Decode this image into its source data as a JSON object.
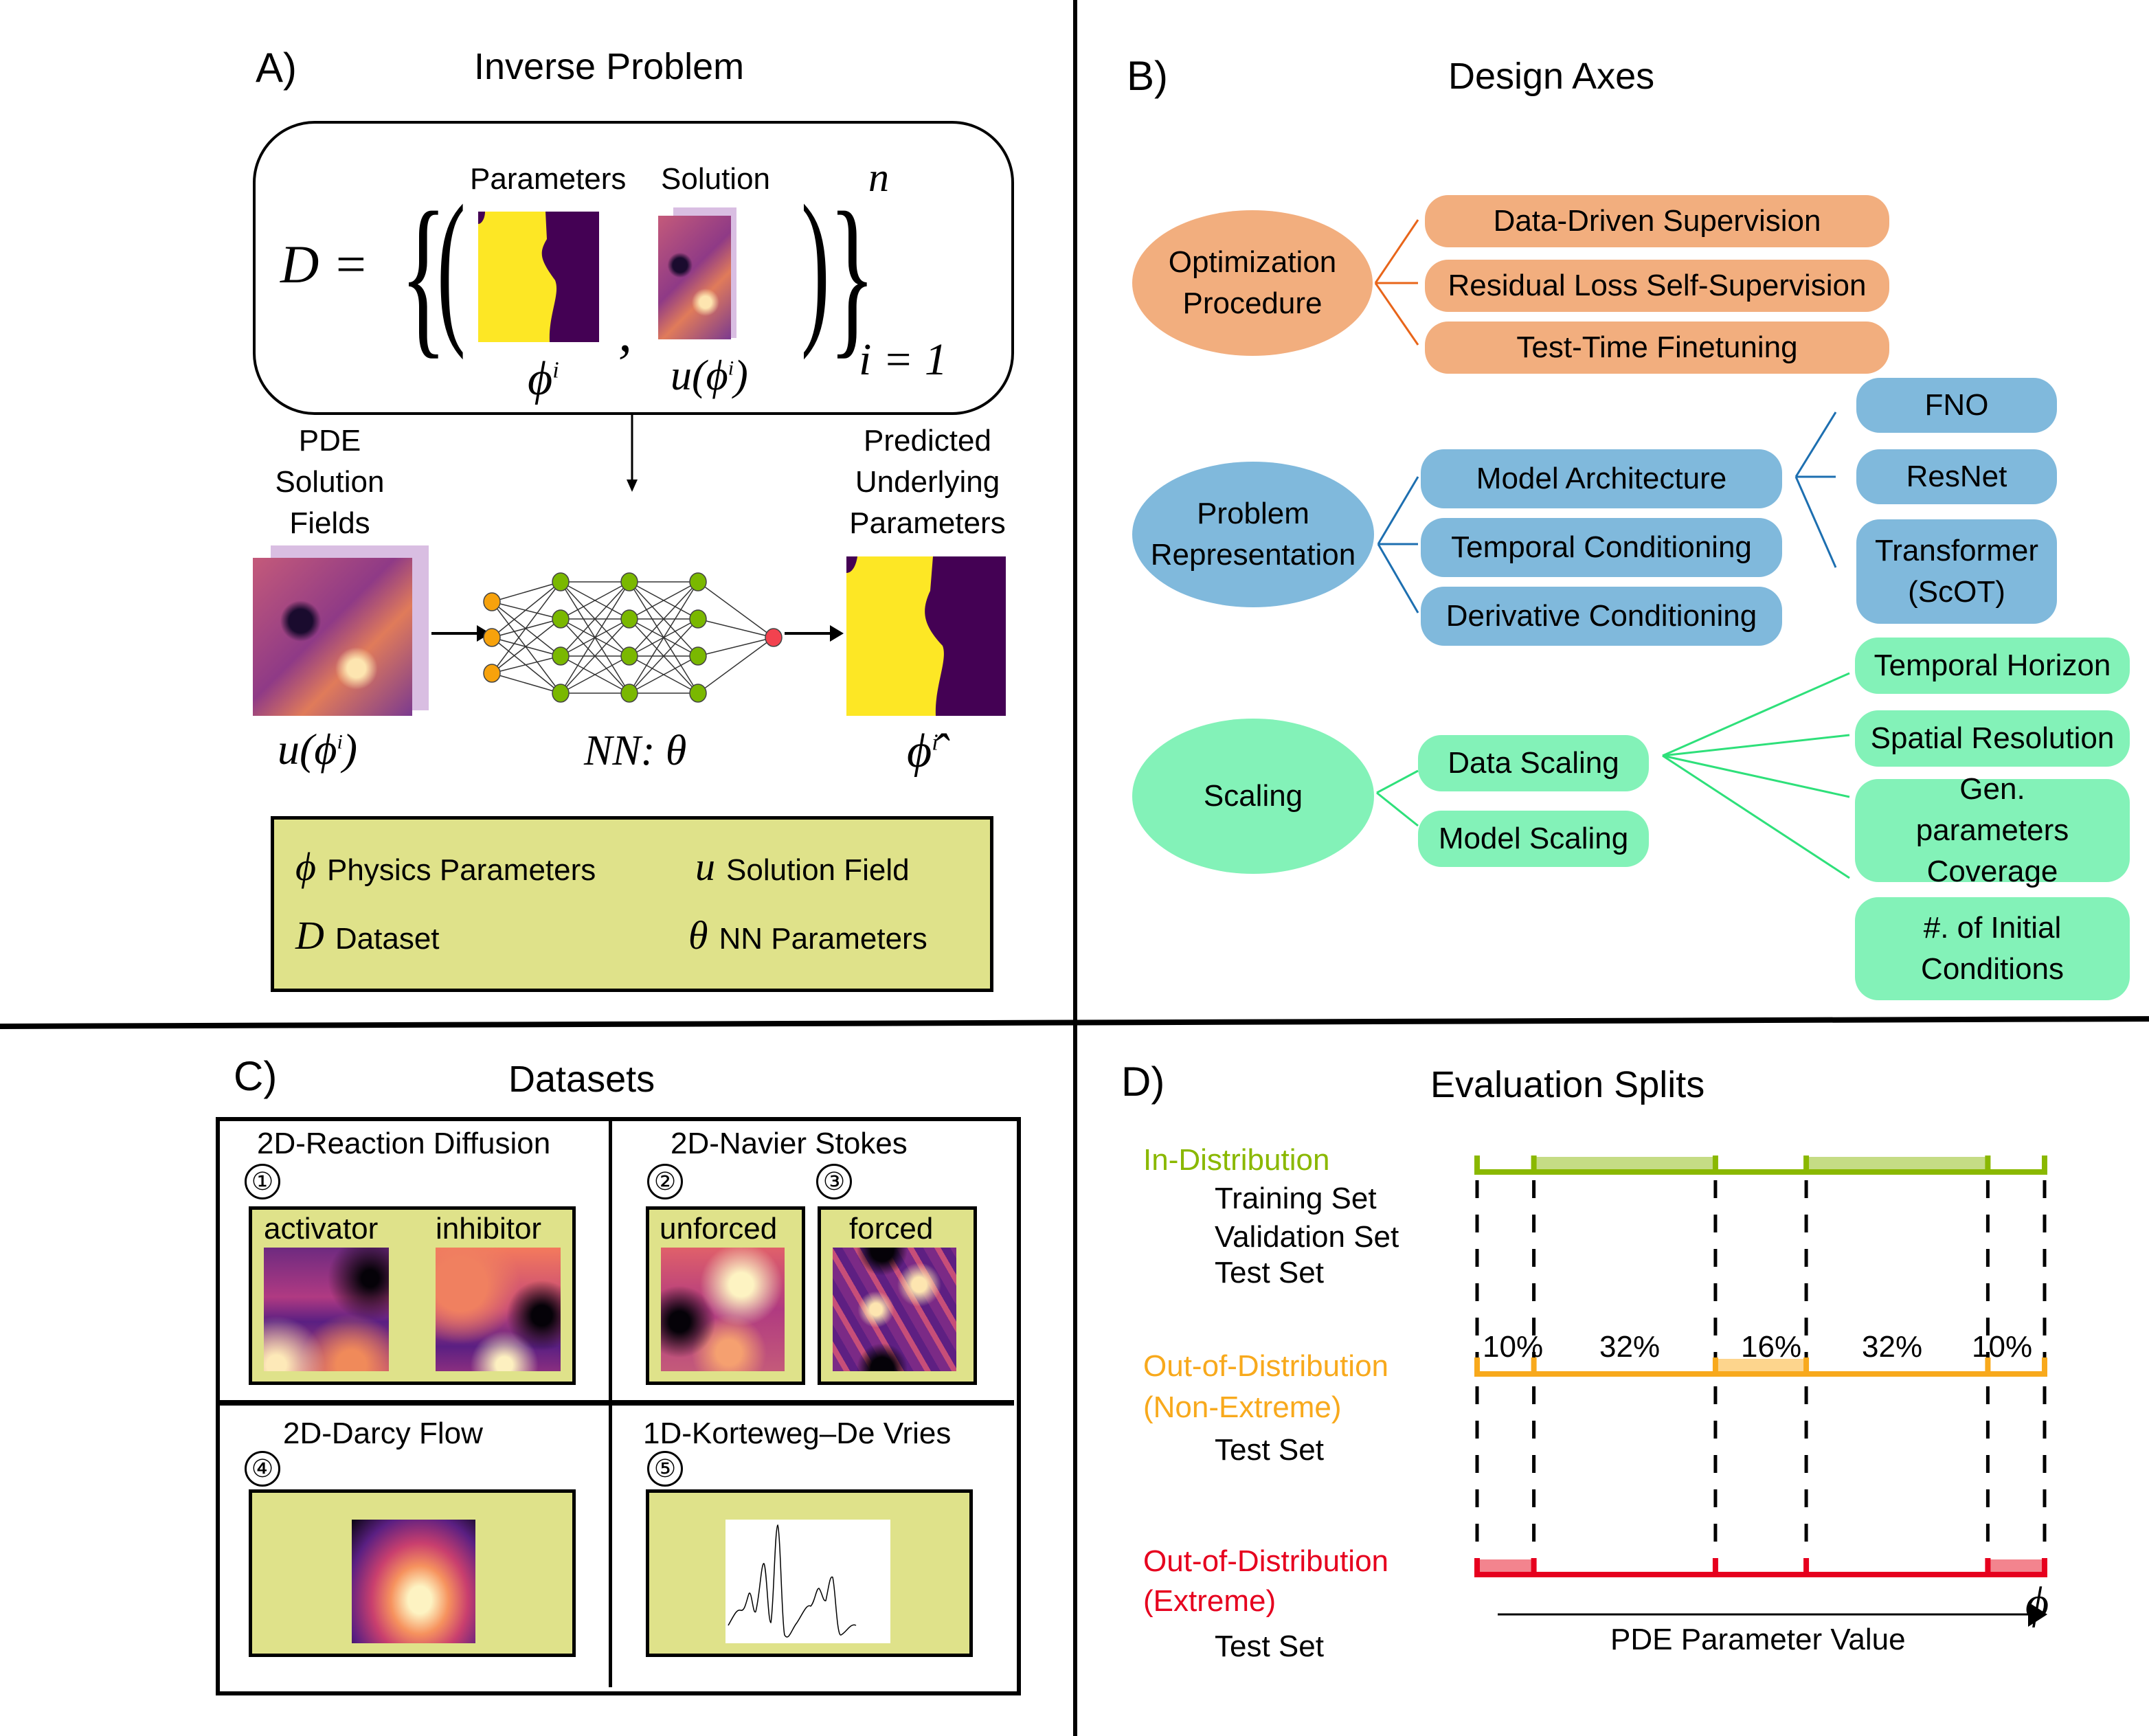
{
  "panel_a": {
    "letter": "A)",
    "title": "Inverse Problem",
    "dataset_eq": {
      "lhs": "D =",
      "parameters_label": "Parameters",
      "solution_label": "Solution",
      "phi_label": "ϕ",
      "phi_sup": "i",
      "comma": ",",
      "u_label": "u(ϕ",
      "u_sup": "i",
      "u_close": ")",
      "upper_limit": "n",
      "lower_limit": "i = 1"
    },
    "input_label": [
      "PDE",
      "Solution",
      "Fields"
    ],
    "input_symbol": "u(ϕ",
    "input_symbol_sup": "i",
    "input_symbol_close": ")",
    "nn_label": "NN: θ",
    "output_label": [
      "Predicted",
      "Underlying",
      "Parameters"
    ],
    "output_symbol": "ϕ̂",
    "output_symbol_sup": "i",
    "network": {
      "layers": [
        3,
        4,
        4,
        4,
        1
      ],
      "colors": {
        "input": "#f7a20c",
        "hidden": "#7ab800",
        "output": "#f2424f"
      }
    },
    "legend": [
      {
        "symbol": "ϕ",
        "text": "Physics Parameters"
      },
      {
        "symbol": "u",
        "text": "Solution Field"
      },
      {
        "symbol": "D",
        "text": "Dataset"
      },
      {
        "symbol": "θ",
        "text": "NN Parameters"
      }
    ]
  },
  "panel_b": {
    "letter": "B)",
    "title": "Design Axes",
    "colors": {
      "orange": "#f2ae7e",
      "orange_line": "#e8651a",
      "blue": "#80b9dc",
      "blue_line": "#1d6fb0",
      "green": "#83f2b8",
      "green_line": "#2ee07a"
    },
    "optimization": {
      "root": "Optimization Procedure",
      "children": [
        "Data-Driven Supervision",
        "Residual Loss Self-Supervision",
        "Test-Time Finetuning"
      ]
    },
    "representation": {
      "root": "Problem Representation",
      "children": [
        "Model Architecture",
        "Temporal Conditioning",
        "Derivative Conditioning"
      ],
      "architectures": [
        "FNO",
        "ResNet",
        "Transformer (ScOT)"
      ]
    },
    "scaling": {
      "root": "Scaling",
      "children": [
        "Data Scaling",
        "Model Scaling"
      ],
      "data_scaling_children": [
        "Temporal Horizon",
        "Spatial Resolution",
        "Gen. parameters Coverage",
        "#. of Initial Conditions"
      ]
    }
  },
  "panel_c": {
    "letter": "C)",
    "title": "Datasets",
    "cells": [
      {
        "title": "2D-Reaction Diffusion",
        "numbers": [
          "①"
        ],
        "images": [
          "activator",
          "inhibitor"
        ]
      },
      {
        "title": "2D-Navier Stokes",
        "numbers": [
          "②",
          "③"
        ],
        "images": [
          "unforced",
          "forced"
        ]
      },
      {
        "title": "2D-Darcy Flow",
        "numbers": [
          "④"
        ],
        "images": []
      },
      {
        "title": "1D-Korteweg–De Vries",
        "numbers": [
          "⑤"
        ],
        "images": []
      }
    ]
  },
  "panel_d": {
    "letter": "D)",
    "title": "Evaluation Splits",
    "splits": [
      {
        "name": "In-Distribution",
        "color": "#8ab800",
        "fill": "#c5dc85",
        "sets": [
          "Training Set",
          "Validation Set",
          "Test Set"
        ],
        "highlighted_segments": [
          1,
          3
        ]
      },
      {
        "name": "Out-of-Distribution (Non-Extreme)",
        "name_lines": [
          "Out-of-Distribution",
          "(Non-Extreme)"
        ],
        "color": "#f8a91c",
        "fill": "#fdd58d",
        "sets": [
          "Test Set"
        ],
        "highlighted_segments": [
          2
        ]
      },
      {
        "name": "Out-of-Distribution (Extreme)",
        "name_lines": [
          "Out-of-Distribution",
          "(Extreme)"
        ],
        "color": "#e6001e",
        "fill": "#f3848e",
        "sets": [
          "Test Set"
        ],
        "highlighted_segments": [
          0,
          4
        ]
      }
    ],
    "segment_percents": [
      10,
      32,
      16,
      32,
      10
    ],
    "segment_labels": [
      "10%",
      "32%",
      "16%",
      "32%",
      "10%"
    ],
    "axis_label": "PDE Parameter Value",
    "axis_symbol": "ϕ"
  }
}
